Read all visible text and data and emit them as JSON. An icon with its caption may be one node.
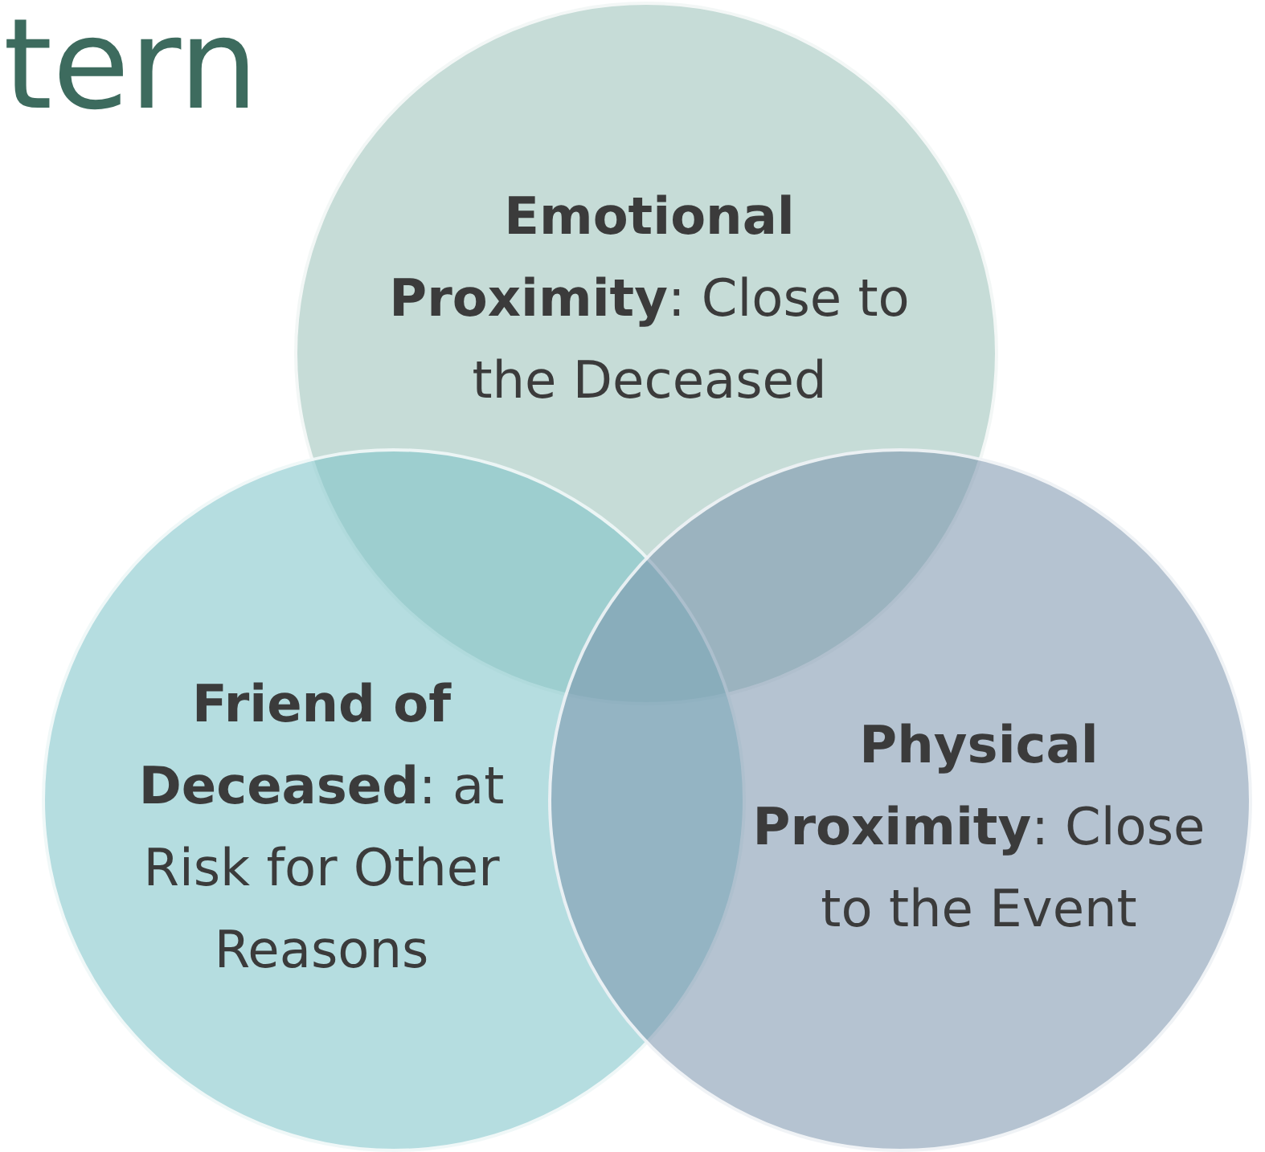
{
  "diagram": {
    "nodes": [
      {
        "text": [
          "**Emotional Proximity**: Close to the Deceased"
        ]
      },
      {
        "text": [
          "**Friend of Deceased**: at Risk for Other Reasons"
        ]
      },
      {
        "text": [
          "**Physical Proximity**: Close to the Event"
        ]
      }
    ],
    "labels": [
      "tern"
    ]
  }
}
